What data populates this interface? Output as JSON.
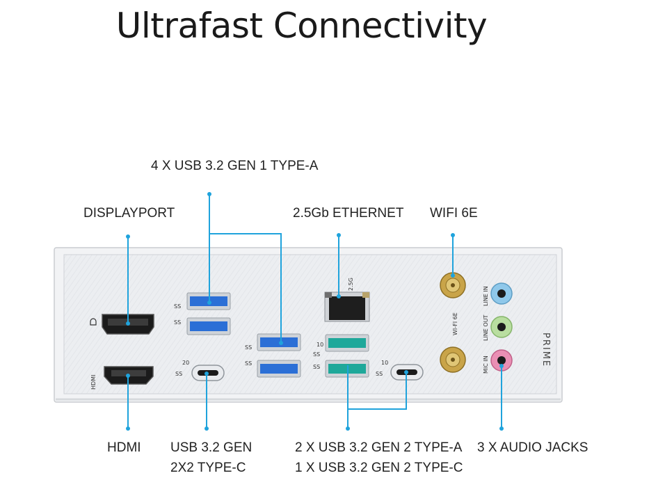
{
  "page": {
    "title": "Ultrafast Connectivity"
  },
  "labels": {
    "usb_gen1": "4 X USB 3.2 GEN 1 TYPE-A",
    "displayport": "DISPLAYPORT",
    "ethernet": "2.5Gb ETHERNET",
    "wifi": "WIFI 6E",
    "hdmi": "HDMI",
    "usb_2x2_line1": "USB 3.2 GEN",
    "usb_2x2_line2": "2X2 TYPE-C",
    "usb_gen2_line1": "2 X USB 3.2 GEN 2 TYPE-A",
    "usb_gen2_line2": "1 X USB 3.2 GEN 2 TYPE-C",
    "audio": "3 X AUDIO JACKS"
  },
  "panel_markings": {
    "hdmi": "HDMI",
    "ss_gen1": "SS",
    "ss_20": "20",
    "ss_10": "10",
    "eth": "2.5G",
    "wifi": "WI-FI 6E",
    "line_in": "LINE IN",
    "line_out": "LINE OUT",
    "mic_in": "MIC IN",
    "brand": "PRIME"
  },
  "colors": {
    "accent": "#1fa3dc",
    "panel": "#e9ecef",
    "usb_gen1": "#2b6fd6",
    "usb_gen2": "#1ea89a",
    "jack_blue": "#8fc8ea",
    "jack_green": "#b9dea0",
    "jack_pink": "#ea8fb4",
    "antenna": "#c9a449"
  }
}
